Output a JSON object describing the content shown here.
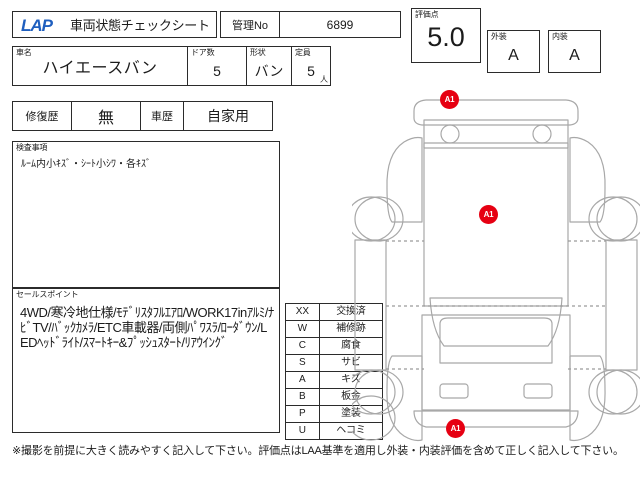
{
  "header": {
    "logo_text": "LAP",
    "sheet_title": "車両状態チェックシート",
    "kanri_label": "管理No",
    "kanri_value": "6899",
    "score_label": "評価点",
    "score_value": "5.0",
    "exterior_label": "外装",
    "exterior_grade": "A",
    "interior_label": "内装",
    "interior_grade": "A"
  },
  "vehicle": {
    "name_label": "車名",
    "name_value": "ハイエースバン",
    "doors_label": "ドア数",
    "doors_value": "5",
    "shape_label": "形状",
    "shape_value": "バン",
    "capacity_label": "定員",
    "capacity_value": "5",
    "capacity_unit": "人"
  },
  "history": {
    "repair_label": "修復歴",
    "repair_value": "無",
    "vehicle_history_label": "車歴",
    "vehicle_history_value": "自家用"
  },
  "inspection": {
    "label": "検査事項",
    "text": "ﾙｰﾑ内小ｷｽﾞ・ｼｰﾄ小ｼﾜ・各ｷｽﾞ"
  },
  "sales_point": {
    "label": "セールスポイント",
    "text": "4WD/寒冷地仕様/ﾓﾃﾞﾘｽﾀﾌﾙｴｱﾛ/WORK17inｱﾙﾐ/ﾅﾋﾞTV/ﾊﾞｯｸｶﾒﾗ/ETC車載器/両側ﾊﾟﾜｽﾗ/ﾛｰﾀﾞｳﾝ/LEDﾍｯﾄﾞﾗｲﾄ/ｽﾏｰﾄｷｰ&ﾌﾟｯｼｭｽﾀｰﾄ/ﾘｱｳｲﾝｸﾞ"
  },
  "legend": {
    "rows": [
      {
        "code": "XX",
        "meaning": "交換済"
      },
      {
        "code": "W",
        "meaning": "補修跡"
      },
      {
        "code": "C",
        "meaning": "腐食"
      },
      {
        "code": "S",
        "meaning": "サビ"
      },
      {
        "code": "A",
        "meaning": "キズ"
      },
      {
        "code": "B",
        "meaning": "板金"
      },
      {
        "code": "P",
        "meaning": "塗装"
      },
      {
        "code": "U",
        "meaning": "ヘコミ"
      }
    ]
  },
  "diagram": {
    "markers": [
      {
        "label": "A1"
      },
      {
        "label": "A1"
      },
      {
        "label": "A1"
      }
    ],
    "marker_color": "#e60012",
    "outline_color": "#a0a0a0"
  },
  "footer": {
    "note": "※撮影を前提に大きく読みやすく記入して下さい。評価点はLAA基準を適用し外装・内装評価を含めて正しく記入して下さい。"
  }
}
